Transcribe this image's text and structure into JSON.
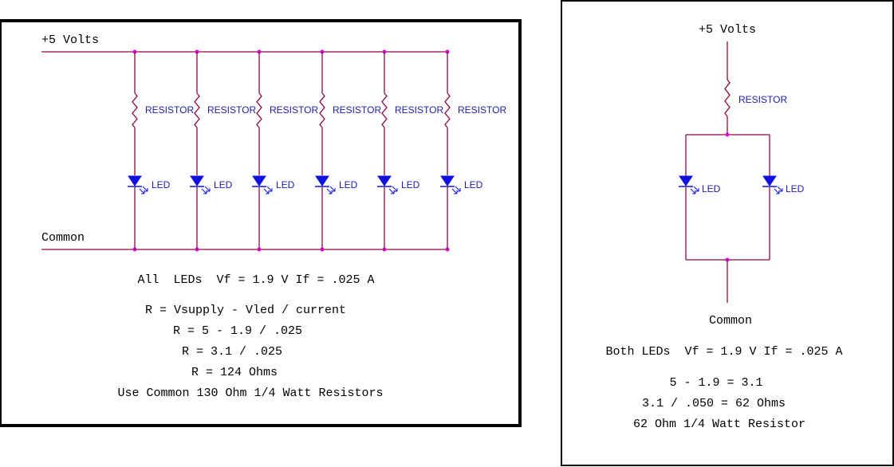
{
  "colors": {
    "wire": "#8b0a45",
    "component": "#1010e0",
    "node": "#e000e0",
    "label": "#1c1ca8",
    "text": "#000000"
  },
  "left_panel": {
    "supply_label": "+5 Volts",
    "common_label": "Common",
    "branches": [
      {
        "resistor_label": "RESISTOR",
        "led_label": "LED"
      },
      {
        "resistor_label": "RESISTOR",
        "led_label": "LED"
      },
      {
        "resistor_label": "RESISTOR",
        "led_label": "LED"
      },
      {
        "resistor_label": "RESISTOR",
        "led_label": "LED"
      },
      {
        "resistor_label": "RESISTOR",
        "led_label": "LED"
      },
      {
        "resistor_label": "RESISTOR",
        "led_label": "LED"
      }
    ],
    "notes": [
      "All  LEDs  Vf = 1.9 V If = .025 A",
      "R = Vsupply - Vled / current",
      "R = 5 - 1.9 / .025",
      "R = 3.1 / .025",
      "R = 124 Ohms",
      "Use Common 130 Ohm 1/4 Watt Resistors"
    ]
  },
  "right_panel": {
    "supply_label": "+5 Volts",
    "resistor_label": "RESISTOR",
    "led_labels": [
      "LED",
      "LED"
    ],
    "common_label": "Common",
    "notes": [
      "Both LEDs  Vf = 1.9 V If = .025 A",
      "5 - 1.9 = 3.1",
      "3.1 / .050 = 62 Ohms",
      "62 Ohm 1/4 Watt Resistor"
    ]
  }
}
